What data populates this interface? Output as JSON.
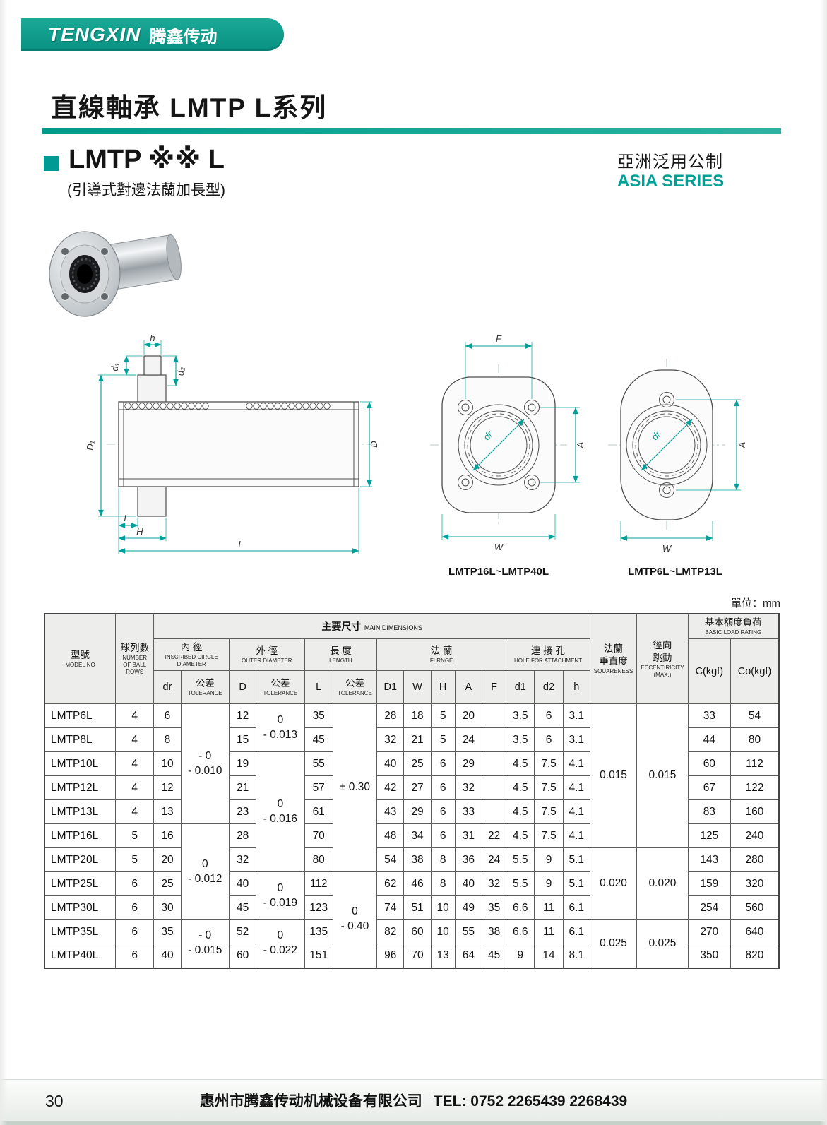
{
  "page": {
    "logo": {
      "brand": "TENGXIN",
      "brand_cn": "腾鑫传动"
    },
    "title": "直線軸承 LMTP  L系列",
    "product": {
      "name": "LMTP ※※ L",
      "subtitle": "(引導式對邊法蘭加長型)"
    },
    "series": {
      "zh": "亞洲泛用公制",
      "en": "ASIA SERIES"
    },
    "unit_note": "單位：mm",
    "footer": {
      "page_no": "30",
      "company": "惠州市腾鑫传动机械设备有限公司",
      "tel": "TEL: 0752  2265439  2268439"
    }
  },
  "drawings": {
    "side": {
      "dim_h": "h",
      "dim_d1": "d₁",
      "dim_d2": "d₂",
      "dim_D1": "D₁",
      "dim_D": "D",
      "dim_I": "I",
      "dim_H": "H",
      "dim_L": "L"
    },
    "front4": {
      "caption": "LMTP16L~LMTP40L",
      "dim_F": "F",
      "dim_A": "A",
      "dim_W": "W",
      "dim_dr": "dr"
    },
    "front2": {
      "caption": "LMTP6L~LMTP13L",
      "dim_A": "A",
      "dim_W": "W",
      "dim_dr": "dr"
    }
  },
  "table": {
    "header": {
      "model_zh": "型號",
      "model_en": "MODEL NO",
      "balls_zh": "球列數",
      "balls_en": "NUMBER\nOF BALL\nROWS",
      "main_zh": "主要尺寸",
      "main_en": "MAIN DIMENSIONS",
      "inner_zh": "內 徑",
      "inner_en": "INSCRIBED CIRCLE DIAMETER",
      "outer_zh": "外 徑",
      "outer_en": "OUTER DIAMETER",
      "len_zh": "長 度",
      "len_en": "LENGTH",
      "flange_zh": "法 蘭",
      "flange_en": "FLRNGE",
      "hole_zh": "連 接 孔",
      "hole_en": "HOLE FOR ATTACHMENT",
      "tol_zh": "公差",
      "tol_en": "TOLERANCE",
      "sq_zh": "法蘭\n垂直度",
      "sq_en": "SQUARENESS",
      "ecc_zh": "徑向\n跳動",
      "ecc_en": "ECCENTIRICITY",
      "ecc_max": "(MAX.)",
      "load_zh": "基本額度負荷",
      "load_en": "BASIC LOAD RATING",
      "col_dr": "dr",
      "col_D": "D",
      "col_L": "L",
      "col_D1": "D1",
      "col_W": "W",
      "col_H": "H",
      "col_A": "A",
      "col_F": "F",
      "col_d1": "d1",
      "col_d2": "d2",
      "col_h": "h",
      "col_C": "C(kgf)",
      "col_Co": "Co(kgf)"
    },
    "merged": {
      "dr_tol_a": "- 0\n- 0.010",
      "dr_tol_b": "0\n- 0.012",
      "dr_tol_c": "- 0\n- 0.015",
      "d_tol_a": "0\n- 0.013",
      "d_tol_b": "0\n- 0.016",
      "d_tol_c": "0\n- 0.019",
      "d_tol_d": "0\n- 0.022",
      "l_tol_a": "± 0.30",
      "l_tol_b": "0\n- 0.40",
      "sq_a": "0.015",
      "sq_b": "0.020",
      "sq_c": "0.025",
      "ecc_a": "0.015",
      "ecc_b": "0.020",
      "ecc_c": "0.025"
    },
    "rows": [
      {
        "model": "LMTP6L",
        "balls": "4",
        "dr": "6",
        "D": "12",
        "L": "35",
        "D1": "28",
        "W": "18",
        "H": "5",
        "A": "20",
        "F": "",
        "d1": "3.5",
        "d2": "6",
        "h": "3.1",
        "C": "33",
        "Co": "54"
      },
      {
        "model": "LMTP8L",
        "balls": "4",
        "dr": "8",
        "D": "15",
        "L": "45",
        "D1": "32",
        "W": "21",
        "H": "5",
        "A": "24",
        "F": "",
        "d1": "3.5",
        "d2": "6",
        "h": "3.1",
        "C": "44",
        "Co": "80"
      },
      {
        "model": "LMTP10L",
        "balls": "4",
        "dr": "10",
        "D": "19",
        "L": "55",
        "D1": "40",
        "W": "25",
        "H": "6",
        "A": "29",
        "F": "",
        "d1": "4.5",
        "d2": "7.5",
        "h": "4.1",
        "C": "60",
        "Co": "112"
      },
      {
        "model": "LMTP12L",
        "balls": "4",
        "dr": "12",
        "D": "21",
        "L": "57",
        "D1": "42",
        "W": "27",
        "H": "6",
        "A": "32",
        "F": "",
        "d1": "4.5",
        "d2": "7.5",
        "h": "4.1",
        "C": "67",
        "Co": "122"
      },
      {
        "model": "LMTP13L",
        "balls": "4",
        "dr": "13",
        "D": "23",
        "L": "61",
        "D1": "43",
        "W": "29",
        "H": "6",
        "A": "33",
        "F": "",
        "d1": "4.5",
        "d2": "7.5",
        "h": "4.1",
        "C": "83",
        "Co": "160"
      },
      {
        "model": "LMTP16L",
        "balls": "5",
        "dr": "16",
        "D": "28",
        "L": "70",
        "D1": "48",
        "W": "34",
        "H": "6",
        "A": "31",
        "F": "22",
        "d1": "4.5",
        "d2": "7.5",
        "h": "4.1",
        "C": "125",
        "Co": "240"
      },
      {
        "model": "LMTP20L",
        "balls": "5",
        "dr": "20",
        "D": "32",
        "L": "80",
        "D1": "54",
        "W": "38",
        "H": "8",
        "A": "36",
        "F": "24",
        "d1": "5.5",
        "d2": "9",
        "h": "5.1",
        "C": "143",
        "Co": "280"
      },
      {
        "model": "LMTP25L",
        "balls": "6",
        "dr": "25",
        "D": "40",
        "L": "112",
        "D1": "62",
        "W": "46",
        "H": "8",
        "A": "40",
        "F": "32",
        "d1": "5.5",
        "d2": "9",
        "h": "5.1",
        "C": "159",
        "Co": "320"
      },
      {
        "model": "LMTP30L",
        "balls": "6",
        "dr": "30",
        "D": "45",
        "L": "123",
        "D1": "74",
        "W": "51",
        "H": "10",
        "A": "49",
        "F": "35",
        "d1": "6.6",
        "d2": "11",
        "h": "6.1",
        "C": "254",
        "Co": "560"
      },
      {
        "model": "LMTP35L",
        "balls": "6",
        "dr": "35",
        "D": "52",
        "L": "135",
        "D1": "82",
        "W": "60",
        "H": "10",
        "A": "55",
        "F": "38",
        "d1": "6.6",
        "d2": "11",
        "h": "6.1",
        "C": "270",
        "Co": "640"
      },
      {
        "model": "LMTP40L",
        "balls": "6",
        "dr": "40",
        "D": "60",
        "L": "151",
        "D1": "96",
        "W": "70",
        "H": "13",
        "A": "64",
        "F": "45",
        "d1": "9",
        "d2": "14",
        "h": "8.1",
        "C": "350",
        "Co": "820"
      }
    ]
  }
}
